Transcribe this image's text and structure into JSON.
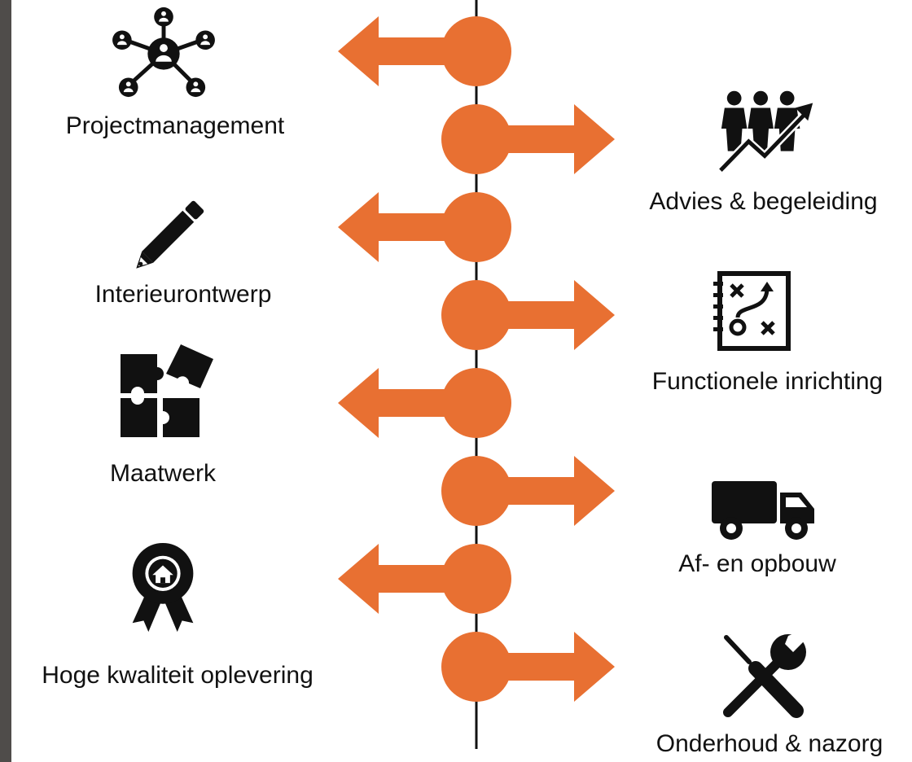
{
  "accent_color": "#e87032",
  "line_color": "#111111",
  "steps": [
    {
      "label": "Projectmanagement",
      "side": "left",
      "icon": "network-people-icon"
    },
    {
      "label": "Advies & begeleiding",
      "side": "right",
      "icon": "team-growth-icon"
    },
    {
      "label": "Interieurontwerp",
      "side": "left",
      "icon": "pencil-icon"
    },
    {
      "label": "Functionele inrichting",
      "side": "right",
      "icon": "strategy-plan-icon"
    },
    {
      "label": "Maatwerk",
      "side": "left",
      "icon": "puzzle-icon"
    },
    {
      "label": "Af- en opbouw",
      "side": "right",
      "icon": "truck-icon"
    },
    {
      "label": "Hoge kwaliteit oplevering",
      "side": "left",
      "icon": "quality-award-icon"
    },
    {
      "label": "Onderhoud & nazorg",
      "side": "right",
      "icon": "tools-icon"
    }
  ]
}
